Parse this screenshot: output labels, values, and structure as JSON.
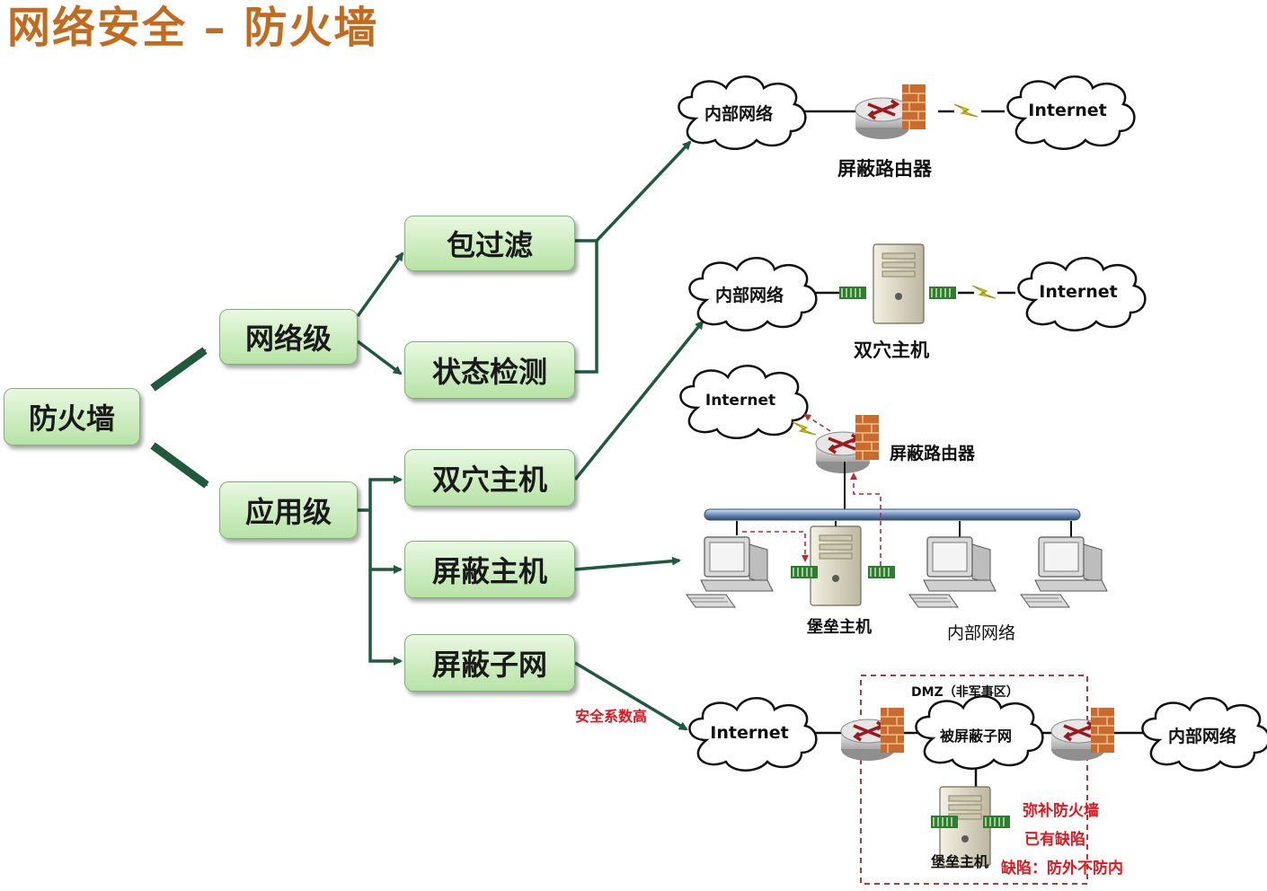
{
  "title": "网络安全 – 防火墙",
  "tree": {
    "root": "防火墙",
    "network_level": "网络级",
    "app_level": "应用级",
    "packet_filter": "包过滤",
    "stateful": "状态检测",
    "dual_homed": "双穴主机",
    "screened_host": "屏蔽主机",
    "screened_subnet": "屏蔽子网"
  },
  "diagram1": {
    "internal": "内部网络",
    "internet": "Internet",
    "device": "屏蔽路由器"
  },
  "diagram2": {
    "internal": "内部网络",
    "internet": "Internet",
    "device": "双穴主机"
  },
  "diagram3": {
    "internet": "Internet",
    "router": "屏蔽路由器",
    "bastion": "堡垒主机",
    "internal": "内部网络"
  },
  "diagram4": {
    "dmz": "DMZ（非军事区）",
    "internet": "Internet",
    "subnet": "被屏蔽子网",
    "internal": "内部网络",
    "bastion": "堡垒主机"
  },
  "annotations": {
    "security": "安全系数高",
    "note1": "弥补防火墙",
    "note2": "已有缺陷",
    "note3": "缺陷：防外不防内"
  },
  "colors": {
    "title": "#c46a1c",
    "box_fill": "#c9ecbb",
    "connector": "#1f5a3e",
    "red_note": "#e8141c",
    "dmz_border": "#b03a3a"
  }
}
